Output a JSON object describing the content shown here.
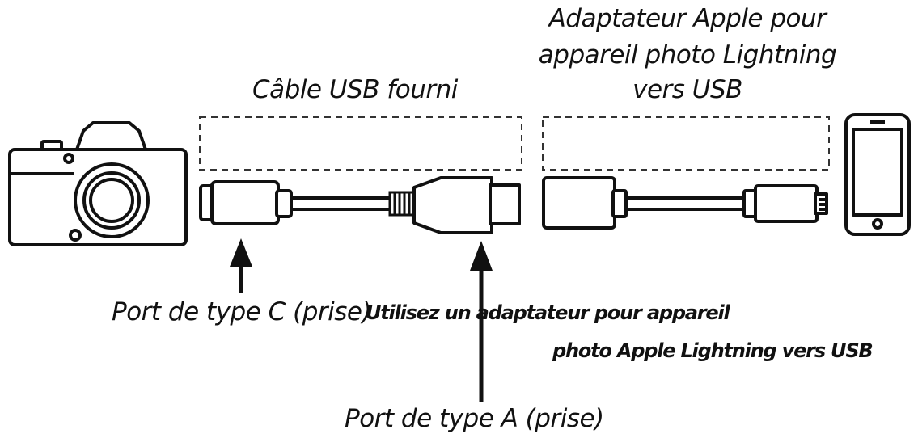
{
  "labels": {
    "usb_cable": "Câble USB fourni",
    "adapter_line1": "Adaptateur Apple pour",
    "adapter_line2": "appareil photo Lightning",
    "adapter_line3": "vers USB",
    "type_c_port": "Port de type C (prise)",
    "note_line1": "Utilisez un adaptateur pour appareil",
    "note_line2": "photo Apple Lightning vers USB",
    "type_a_port": "Port de type A (prise)"
  },
  "icons": [
    "camera-icon",
    "usb-c-connector-icon",
    "usb-a-connector-icon",
    "lightning-adapter-icon",
    "phone-icon",
    "arrow-up-icon"
  ]
}
